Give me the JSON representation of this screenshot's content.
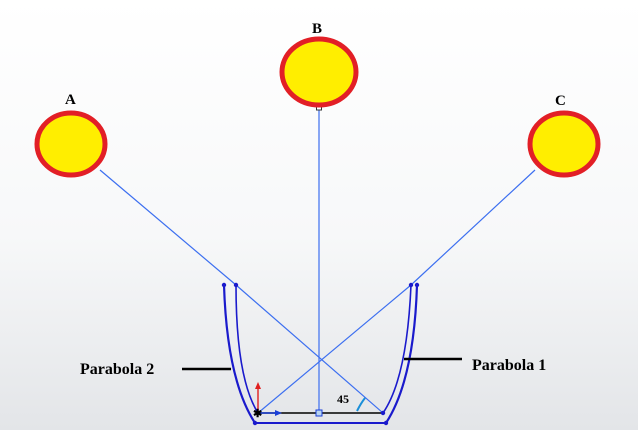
{
  "diagram": {
    "suns": [
      {
        "label": "A",
        "fill": "#ffee00",
        "stroke": "#e21f26"
      },
      {
        "label": "B",
        "fill": "#ffee00",
        "stroke": "#e21f26"
      },
      {
        "label": "C",
        "fill": "#ffee00",
        "stroke": "#e21f26"
      }
    ],
    "curve_labels": {
      "right": "Parabola 1",
      "left": "Parabola 2"
    },
    "angle_label": "45",
    "colors": {
      "ray": "#3c6ff0",
      "curve": "#1a1acc",
      "baseline": "#000000",
      "axis_x": "#1a3fd8",
      "axis_y": "#e02020"
    }
  }
}
